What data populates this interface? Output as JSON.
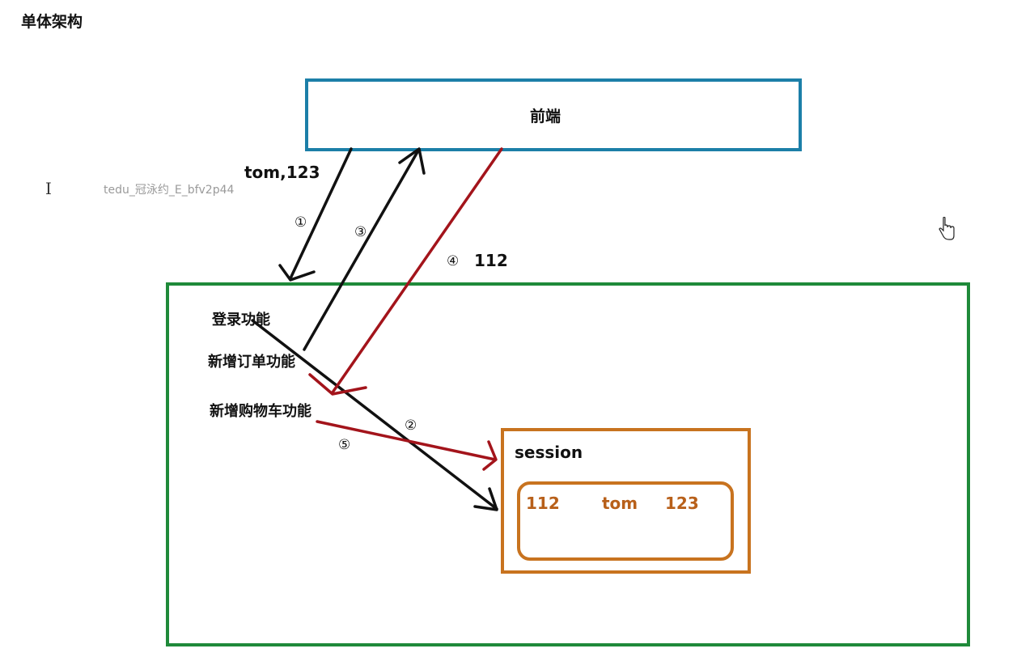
{
  "title": "单体架构",
  "watermark": "tedu_冠泳约_E_bfv2p44",
  "frontend": {
    "label": "前端"
  },
  "server": {
    "functions": [
      "登录功能",
      "新增订单功能",
      "新增购物车功能"
    ]
  },
  "session": {
    "label": "session",
    "values": [
      "112",
      "tom",
      "123"
    ]
  },
  "annotations": {
    "credentials": "tom,123",
    "session_id": "112"
  },
  "steps": [
    "①",
    "②",
    "③",
    "④",
    "⑤"
  ],
  "colors": {
    "frontend_border": "#1c7fa8",
    "server_border": "#1f8a3a",
    "session_border": "#c8731f",
    "black_arrow": "#111111",
    "red_arrow": "#a3141b"
  }
}
